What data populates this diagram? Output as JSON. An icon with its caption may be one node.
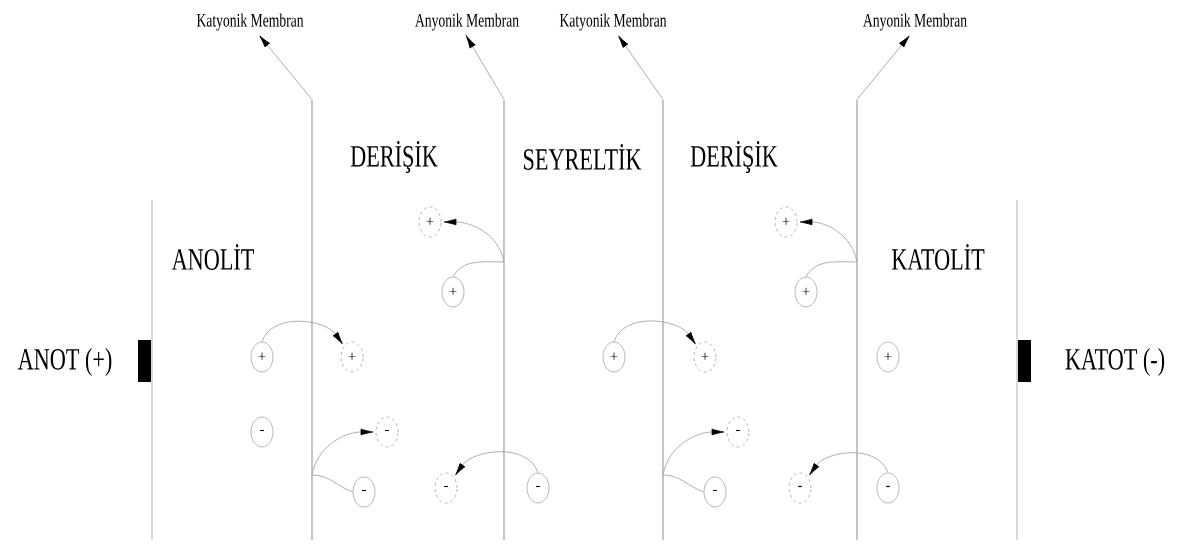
{
  "diagram": {
    "nodes": [
      {
        "text": [
          "Katyonik Membran"
        ]
      },
      {
        "text": [
          "Anyonik Membran"
        ]
      },
      {
        "text": [
          "Katyonik Membran"
        ]
      },
      {
        "text": [
          "Anyonik Membran"
        ]
      },
      {
        "text": [],
        "shape": "line"
      },
      {
        "text": [],
        "shape": "line"
      },
      {
        "text": [],
        "shape": "line"
      },
      {
        "text": [],
        "shape": "line"
      },
      {
        "text": [
          "+"
        ]
      },
      {
        "text": [
          "+"
        ]
      },
      {
        "text": [
          "+"
        ]
      },
      {
        "text": [
          "+"
        ]
      },
      {
        "text": [
          "+"
        ]
      },
      {
        "text": [
          "+"
        ]
      },
      {
        "text": [
          "+"
        ]
      },
      {
        "text": [
          "+"
        ]
      },
      {
        "text": [
          "+"
        ]
      },
      {
        "text": [
          "-"
        ]
      },
      {
        "text": [
          "-"
        ]
      },
      {
        "text": [
          "-"
        ]
      },
      {
        "text": [
          "-"
        ]
      },
      {
        "text": [
          "-"
        ]
      },
      {
        "text": [
          "-"
        ]
      },
      {
        "text": [
          "-"
        ]
      },
      {
        "text": [
          "-"
        ]
      },
      {
        "text": [
          "-"
        ]
      }
    ],
    "edges": [
      {
        "from": 4,
        "to": 0,
        "arrow": "to"
      },
      {
        "from": 5,
        "to": 1,
        "arrow": "to"
      },
      {
        "from": 6,
        "to": 2,
        "arrow": "to"
      },
      {
        "from": 7,
        "to": 3,
        "arrow": "to"
      },
      {
        "from": 10,
        "to": 8,
        "arrow": "to"
      },
      {
        "from": 11,
        "to": 9,
        "arrow": "to"
      },
      {
        "from": 12,
        "to": 13,
        "arrow": "to"
      },
      {
        "from": 14,
        "to": 15,
        "arrow": "to"
      },
      {
        "from": 24,
        "to": 18,
        "arrow": "to"
      },
      {
        "from": 25,
        "to": 19,
        "arrow": "to"
      },
      {
        "from": 21,
        "to": 20,
        "arrow": "to"
      },
      {
        "from": 23,
        "to": 22,
        "arrow": "to"
      }
    ],
    "labels": [
      "DERİŞİK",
      "SEYRELTİK",
      "DERİŞİK",
      "ANOLİT",
      "KATOLİT",
      "ANOT (+)",
      "KATOT (-)"
    ]
  }
}
